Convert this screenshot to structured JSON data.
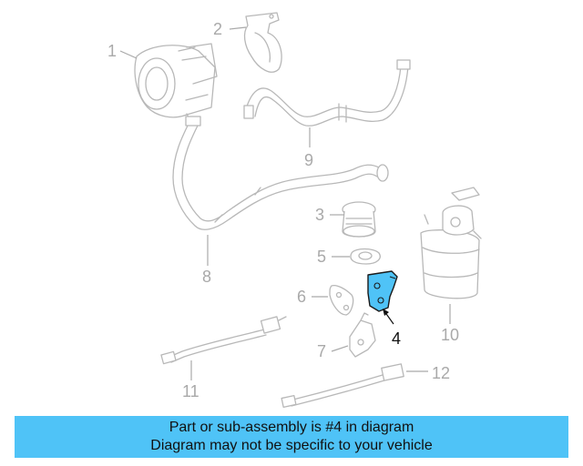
{
  "callouts": {
    "c1": "1",
    "c2": "2",
    "c3": "3",
    "c4": "4",
    "c5": "5",
    "c6": "6",
    "c7": "7",
    "c8": "8",
    "c9": "9",
    "c10": "10",
    "c11": "11",
    "c12": "12"
  },
  "highlight_color": "#4fc3f7",
  "banner": {
    "line1": "Part or sub-assembly is #4 in diagram",
    "line2": "Diagram may not be specific to your vehicle"
  }
}
